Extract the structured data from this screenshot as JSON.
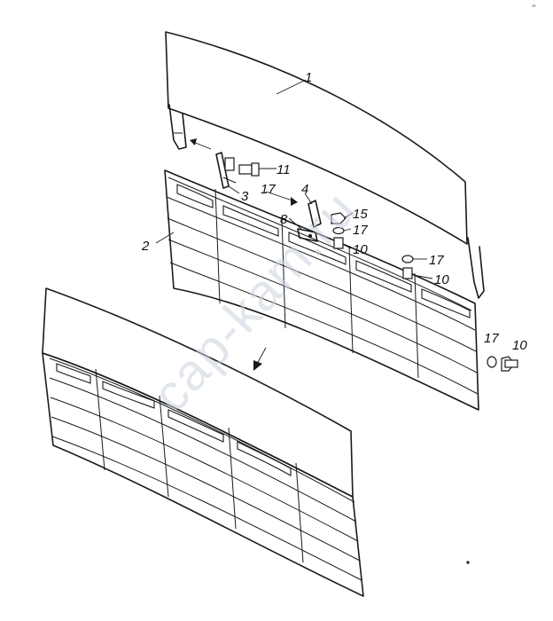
{
  "watermark": "cap-kam.ru",
  "corner_mark": "ꟹ",
  "callouts": [
    {
      "id": "c1",
      "text": "1"
    },
    {
      "id": "c2",
      "text": "2"
    },
    {
      "id": "c3",
      "text": "3"
    },
    {
      "id": "c4",
      "text": "4"
    },
    {
      "id": "c8",
      "text": "8"
    },
    {
      "id": "c11",
      "text": "11"
    },
    {
      "id": "c17a",
      "text": "17"
    },
    {
      "id": "c15",
      "text": "15"
    },
    {
      "id": "c17b",
      "text": "17"
    },
    {
      "id": "c10a",
      "text": "10"
    },
    {
      "id": "c17c",
      "text": "17"
    },
    {
      "id": "c10b",
      "text": "10"
    },
    {
      "id": "c17d",
      "text": "17"
    },
    {
      "id": "c10c",
      "text": "10"
    }
  ]
}
